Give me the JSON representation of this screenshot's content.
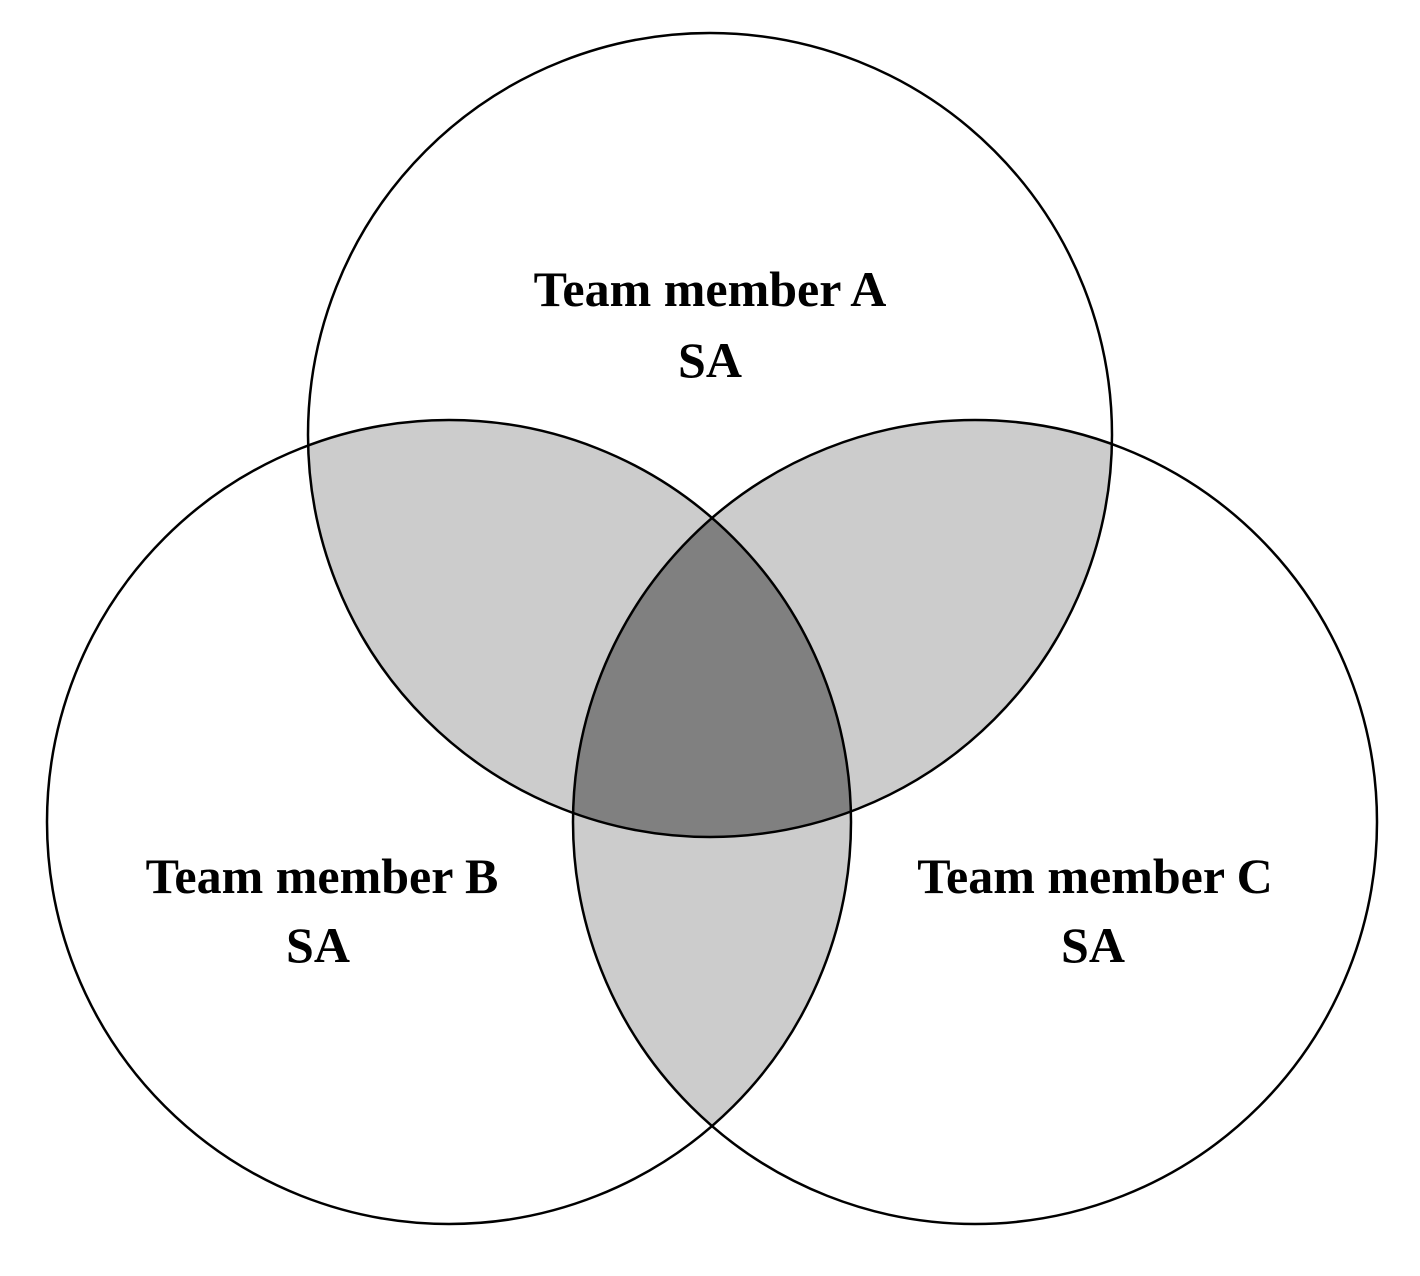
{
  "diagram": {
    "type": "venn",
    "colors": {
      "background": "#ffffff",
      "outline": "#000000",
      "pairwise_overlap": "#cccccc",
      "triple_overlap": "#808080"
    },
    "sets": [
      {
        "id": "A",
        "name": "Team member A",
        "sub": "SA"
      },
      {
        "id": "B",
        "name": "Team member B",
        "sub": "SA"
      },
      {
        "id": "C",
        "name": "Team member C",
        "sub": "SA"
      }
    ],
    "shaded_regions": [
      {
        "sets": [
          "A",
          "B"
        ],
        "shade": "pairwise_overlap"
      },
      {
        "sets": [
          "A",
          "C"
        ],
        "shade": "pairwise_overlap"
      },
      {
        "sets": [
          "B",
          "C"
        ],
        "shade": "pairwise_overlap"
      },
      {
        "sets": [
          "A",
          "B",
          "C"
        ],
        "shade": "triple_overlap"
      }
    ]
  }
}
